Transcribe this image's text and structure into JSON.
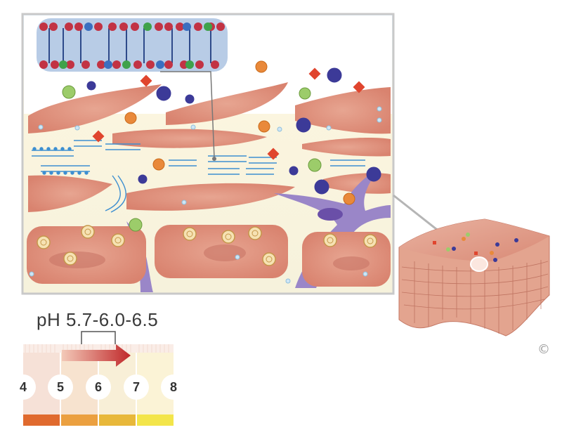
{
  "ph_label": "pH 5.7-6.0-6.5",
  "copyright_symbol": "©",
  "ph_scale": [
    "4",
    "5",
    "6",
    "7",
    "8"
  ],
  "colors": {
    "tissue": "#e8a08c",
    "lipid": "#3d8fd1",
    "arrow": "#c0282a",
    "scale_bars": [
      "#e06a2e",
      "#eba040",
      "#e8b83a",
      "#f3e54a"
    ]
  },
  "icons": [
    "lipid-bilayer-icon",
    "bacteria-icon",
    "virus-icon",
    "allergen-icon",
    "dendritic-cell-icon",
    "keratin-granule-icon",
    "skin-block-icon"
  ]
}
